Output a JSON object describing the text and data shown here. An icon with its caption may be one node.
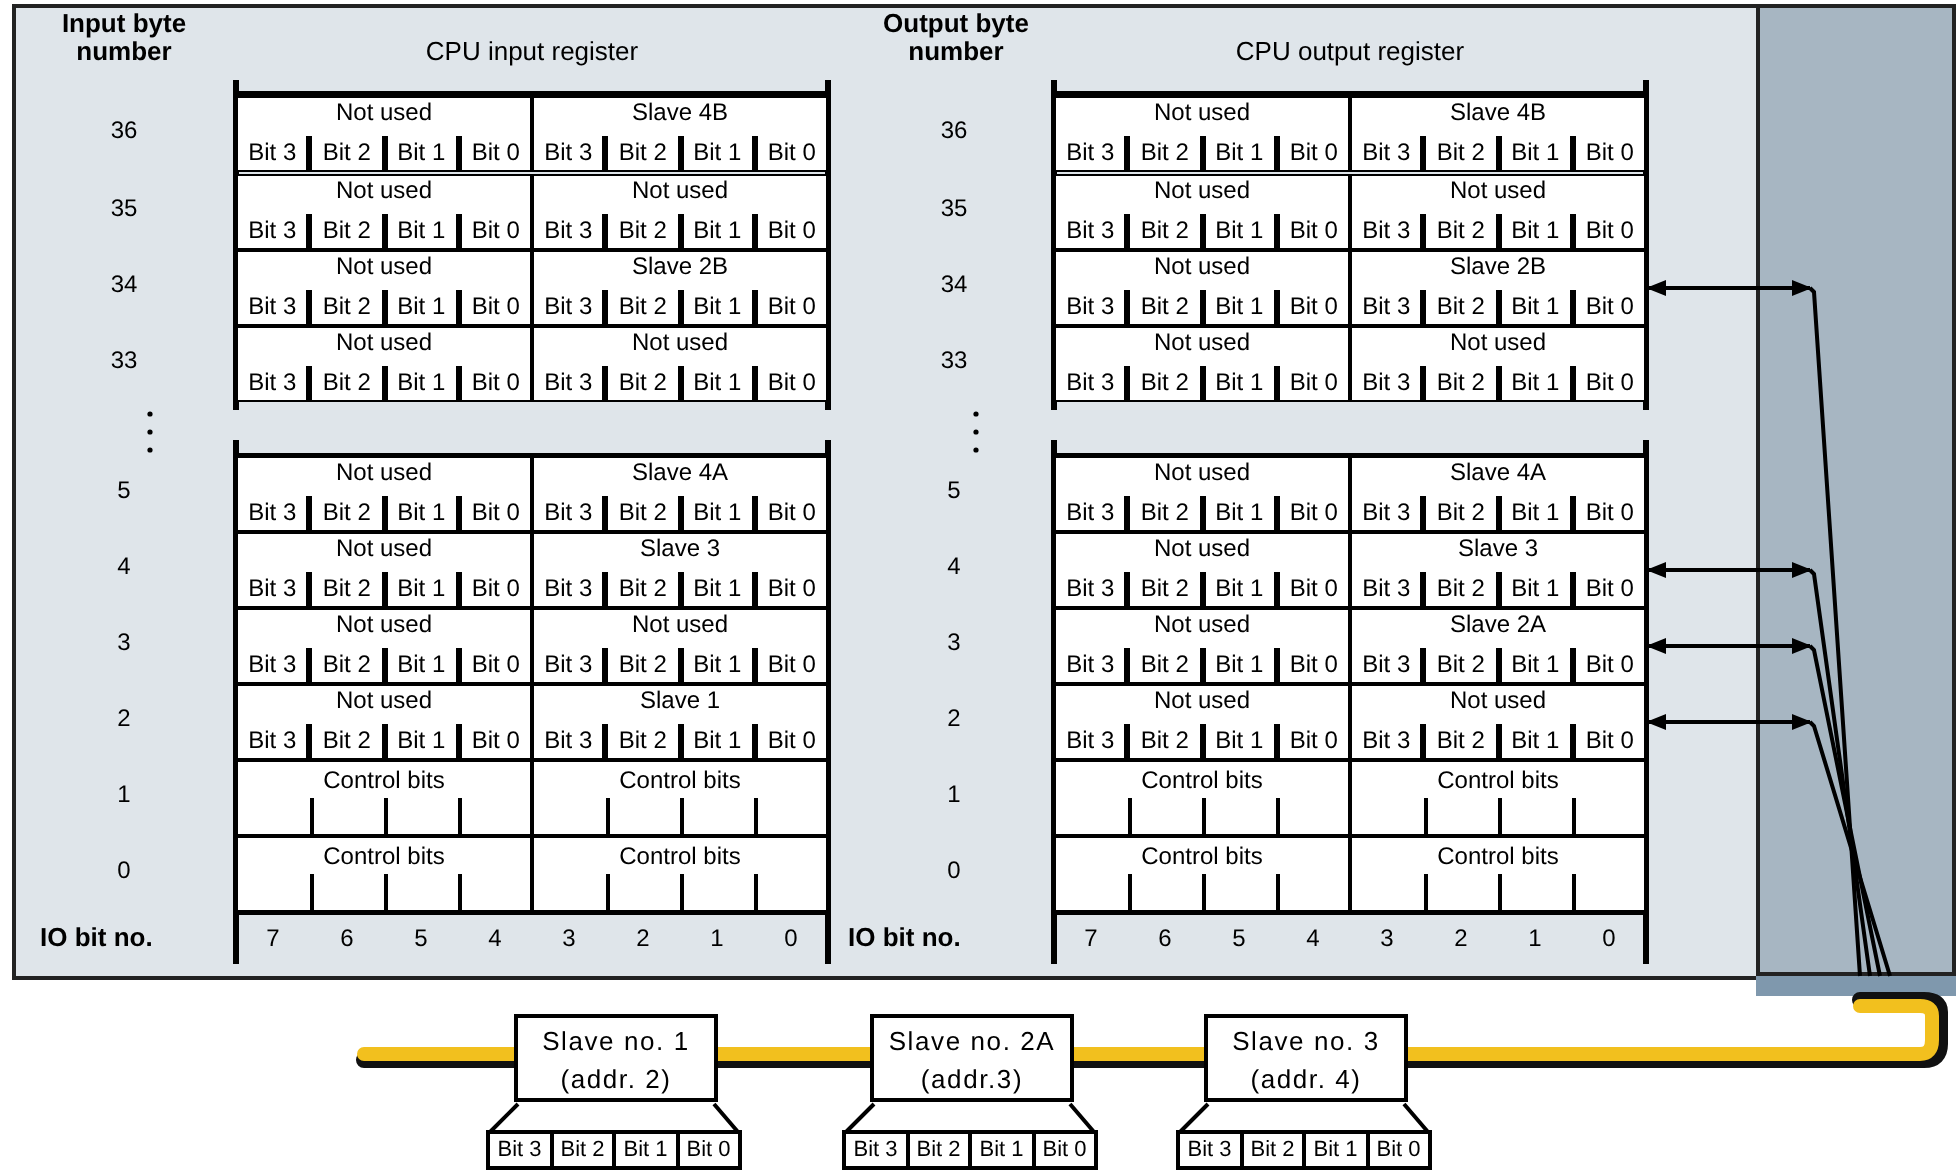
{
  "diagram": {
    "nodes": [
      {
        "text": [
          "Not used",
          "Bit 3",
          "Bit 2",
          "Bit 1",
          "Bit 0"
        ]
      },
      {
        "text": [
          "Slave 4B",
          "Bit 3",
          "Bit 2",
          "Bit 1",
          "Bit 0"
        ]
      },
      {
        "text": [
          "Not used",
          "Bit 3",
          "Bit 2",
          "Bit 1",
          "Bit 0"
        ]
      },
      {
        "text": [
          "Not used",
          "Bit 3",
          "Bit 2",
          "Bit 1",
          "Bit 0"
        ]
      },
      {
        "text": [
          "Not used",
          "Bit 3",
          "Bit 2",
          "Bit 1",
          "Bit 0"
        ]
      },
      {
        "text": [
          "Slave 2B",
          "Bit 3",
          "Bit 2",
          "Bit 1",
          "Bit 0"
        ]
      },
      {
        "text": [
          "Not used",
          "Bit 3",
          "Bit 2",
          "Bit 1",
          "Bit 0"
        ]
      },
      {
        "text": [
          "Not used",
          "Bit 3",
          "Bit 2",
          "Bit 1",
          "Bit 0"
        ]
      },
      {
        "text": [
          "Not used",
          "Bit 3",
          "Bit 2",
          "Bit 1",
          "Bit 0"
        ]
      },
      {
        "text": [
          "Slave 4A",
          "Bit 3",
          "Bit 2",
          "Bit 1",
          "Bit 0"
        ]
      },
      {
        "text": [
          "Not used",
          "Bit 3",
          "Bit 2",
          "Bit 1",
          "Bit 0"
        ]
      },
      {
        "text": [
          "Slave 3",
          "Bit 3",
          "Bit 2",
          "Bit 1",
          "Bit 0"
        ]
      },
      {
        "text": [
          "Not used",
          "Bit 3",
          "Bit 2",
          "Bit 1",
          "Bit 0"
        ]
      },
      {
        "text": [
          "Not used",
          "Bit 3",
          "Bit 2",
          "Bit 1",
          "Bit 0"
        ]
      },
      {
        "text": [
          "Not used",
          "Bit 3",
          "Bit 2",
          "Bit 1",
          "Bit 0"
        ]
      },
      {
        "text": [
          "Slave 1",
          "Bit 3",
          "Bit 2",
          "Bit 1",
          "Bit 0"
        ]
      },
      {
        "text": [
          "Control bits"
        ]
      },
      {
        "text": [
          "Control bits"
        ]
      },
      {
        "text": [
          "Control bits"
        ]
      },
      {
        "text": [
          "Control bits"
        ]
      },
      {
        "text": [
          "Not used",
          "Bit 3",
          "Bit 2",
          "Bit 1",
          "Bit 0"
        ]
      },
      {
        "text": [
          "Slave 4B",
          "Bit 3",
          "Bit 2",
          "Bit 1",
          "Bit 0"
        ]
      },
      {
        "text": [
          "Not used",
          "Bit 3",
          "Bit 2",
          "Bit 1",
          "Bit 0"
        ]
      },
      {
        "text": [
          "Not used",
          "Bit 3",
          "Bit 2",
          "Bit 1",
          "Bit 0"
        ]
      },
      {
        "text": [
          "Not used",
          "Bit 3",
          "Bit 2",
          "Bit 1",
          "Bit 0"
        ]
      },
      {
        "text": [
          "Slave 2B",
          "Bit 3",
          "Bit 2",
          "Bit 1",
          "Bit 0"
        ]
      },
      {
        "text": [
          "Not used",
          "Bit 3",
          "Bit 2",
          "Bit 1",
          "Bit 0"
        ]
      },
      {
        "text": [
          "Not used",
          "Bit 3",
          "Bit 2",
          "Bit 1",
          "Bit 0"
        ]
      },
      {
        "text": [
          "Not used",
          "Bit 3",
          "Bit 2",
          "Bit 1",
          "Bit 0"
        ]
      },
      {
        "text": [
          "Slave 4A",
          "Bit 3",
          "Bit 2",
          "Bit 1",
          "Bit 0"
        ]
      },
      {
        "text": [
          "Not used",
          "Bit 3",
          "Bit 2",
          "Bit 1",
          "Bit 0"
        ]
      },
      {
        "text": [
          "Slave 3",
          "Bit 3",
          "Bit 2",
          "Bit 1",
          "Bit 0"
        ]
      },
      {
        "text": [
          "Not used",
          "Bit 3",
          "Bit 2",
          "Bit 1",
          "Bit 0"
        ]
      },
      {
        "text": [
          "Slave 2A",
          "Bit 3",
          "Bit 2",
          "Bit 1",
          "Bit 0"
        ]
      },
      {
        "text": [
          "Not used",
          "Bit 3",
          "Bit 2",
          "Bit 1",
          "Bit 0"
        ]
      },
      {
        "text": [
          "Not used",
          "Bit 3",
          "Bit 2",
          "Bit 1",
          "Bit 0"
        ]
      },
      {
        "text": [
          "Control bits"
        ]
      },
      {
        "text": [
          "Control bits"
        ]
      },
      {
        "text": [
          "Control bits"
        ]
      },
      {
        "text": [
          "Control bits"
        ]
      },
      {
        "text": [],
        "shape": "box"
      },
      {
        "text": [
          "Slave no. 1 (addr. 2)"
        ]
      },
      {
        "text": [
          "Bit 3",
          "Bit 2",
          "Bit 1",
          "Bit 0"
        ]
      },
      {
        "text": [
          "Slave no. 2A (addr.3)"
        ]
      },
      {
        "text": [
          "Bit 3",
          "Bit 2",
          "Bit 1",
          "Bit 0"
        ]
      },
      {
        "text": [
          "Slave no. 3 (addr. 4)"
        ]
      },
      {
        "text": [
          "Bit 3",
          "Bit 2",
          "Bit 1",
          "Bit 0"
        ]
      }
    ],
    "edges": [
      {
        "from": 25,
        "to": 40,
        "arrow": "both"
      },
      {
        "from": 31,
        "to": 40,
        "arrow": "both"
      },
      {
        "from": 33,
        "to": 40,
        "arrow": "both"
      },
      {
        "from": 35,
        "to": 40,
        "arrow": "both"
      }
    ],
    "labels": [
      "Input byte number",
      "CPU input register",
      "Output byte number",
      "CPU output register",
      "36",
      "35",
      "34",
      "33",
      "5",
      "4",
      "3",
      "2",
      "1",
      "0",
      "IO bit no.",
      "7",
      "6",
      "5",
      "4",
      "3",
      "2",
      "1",
      "0",
      "36",
      "35",
      "34",
      "33",
      "5",
      "4",
      "3",
      "2",
      "1",
      "0",
      "IO bit no.",
      "7",
      "6",
      "5",
      "4",
      "3",
      "2",
      "1",
      "0"
    ]
  }
}
